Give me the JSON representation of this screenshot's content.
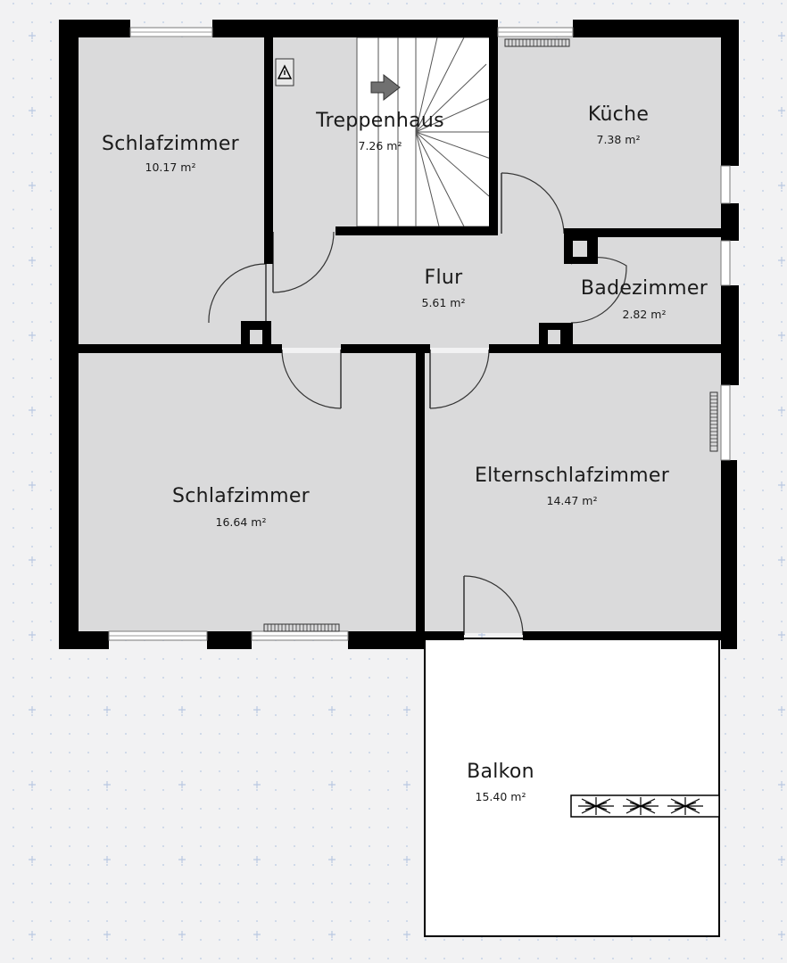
{
  "colors": {
    "canvas": "#f2f2f3",
    "grid_dot": "#c5d2e6",
    "wall": "#000000",
    "floor": "#dadadb",
    "balcony_floor": "#ffffff",
    "stair_floor": "#ffffff",
    "text": "#1a1a1a"
  },
  "rooms": [
    {
      "id": "schlafzimmer-1",
      "name": "Schlafzimmer",
      "area": "10.17 m²"
    },
    {
      "id": "treppenhaus",
      "name": "Treppenhaus",
      "area": "7.26 m²"
    },
    {
      "id": "kueche",
      "name": "Küche",
      "area": "7.38 m²"
    },
    {
      "id": "flur",
      "name": "Flur",
      "area": "5.61 m²"
    },
    {
      "id": "badezimmer",
      "name": "Badezimmer",
      "area": "2.82 m²"
    },
    {
      "id": "schlafzimmer-2",
      "name": "Schlafzimmer",
      "area": "16.64 m²"
    },
    {
      "id": "elternschlafzimmer",
      "name": "Elternschlafzimmer",
      "area": "14.47 m²"
    },
    {
      "id": "balkon",
      "name": "Balkon",
      "area": "15.40 m²"
    }
  ],
  "icons": {
    "stair_direction": "arrow-right-icon",
    "warning": "warning-triangle-icon",
    "plants": "plant-planter-icon",
    "radiator": "radiator-icon"
  }
}
